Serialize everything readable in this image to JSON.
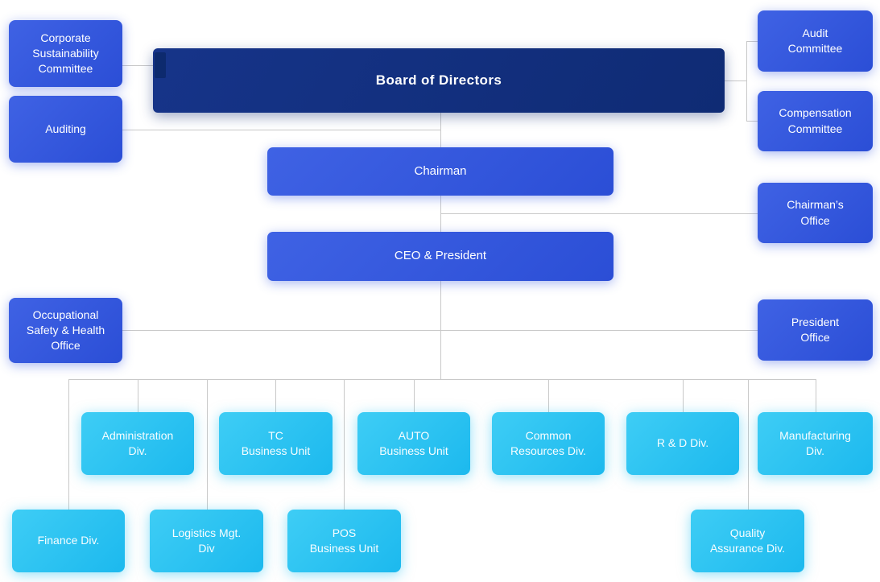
{
  "diagram": {
    "type": "org-chart",
    "nodes": {
      "board": "Board of Directors",
      "corporate_sustainability": "Corporate\nSustainability\nCommittee",
      "auditing": "Auditing",
      "audit_committee": "Audit\nCommittee",
      "compensation_committee": "Compensation\nCommittee",
      "chairman": "Chairman",
      "chairmans_office": "Chairman’s\nOffice",
      "ceo_president": "CEO & President",
      "osh_office": "Occupational\nSafety & Health\nOffice",
      "president_office": "President\nOffice",
      "administration_div": "Administration\nDiv.",
      "tc_business_unit": "TC\nBusiness Unit",
      "auto_business_unit": "AUTO\nBusiness Unit",
      "common_resources_div": "Common\nResources Div.",
      "rd_div": "R & D Div.",
      "manufacturing_div": "Manufacturing\nDiv.",
      "finance_div": "Finance Div.",
      "logistics_mgt_div": "Logistics Mgt.\nDiv",
      "pos_business_unit": "POS\nBusiness Unit",
      "quality_assurance_div": "Quality\nAssurance Div."
    },
    "colors": {
      "board_fill": "#12307f",
      "executive_fill": "#3056da",
      "division_fill": "#24c2f2",
      "connector": "#c9c9c9",
      "text": "#ffffff"
    }
  }
}
